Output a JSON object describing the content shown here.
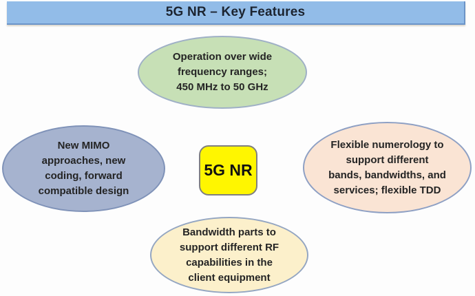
{
  "title_bar": {
    "text": "5G NR – Key Features",
    "bg": "#92bce8",
    "edge": "#6b94c8",
    "text_color": "#1c2430"
  },
  "center_node": {
    "label": "5G NR",
    "bg": "#fff600",
    "border": "#7f7f7f"
  },
  "nodes": [
    {
      "id": "frequency-range",
      "text": "Operation over wide\nfrequency ranges;\n450 MHz to 50 GHz",
      "bg": "#c7e0b6",
      "border": "#9fb0c6"
    },
    {
      "id": "mimo-coding",
      "text": "New MIMO\napproaches, new\ncoding, forward\ncompatible design",
      "bg": "#a6b3cf",
      "border": "#7f92b8"
    },
    {
      "id": "flexible-numerology",
      "text": "Flexible numerology to\nsupport different\nbands, bandwidths, and\nservices; flexible TDD",
      "bg": "#fae4d4",
      "border": "#8ea0c4"
    },
    {
      "id": "bandwidth-parts",
      "text": "Bandwidth parts to\nsupport different RF\ncapabilities in the\nclient equipment",
      "bg": "#fcf0cb",
      "border": "#94a6c2"
    }
  ]
}
